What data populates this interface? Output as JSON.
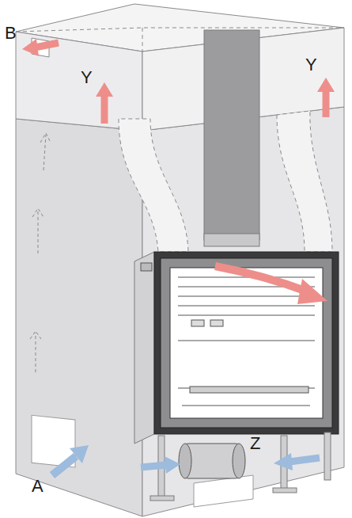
{
  "diagram": {
    "labels": [
      "B",
      "Y",
      "Y",
      "A",
      "Z"
    ]
  }
}
